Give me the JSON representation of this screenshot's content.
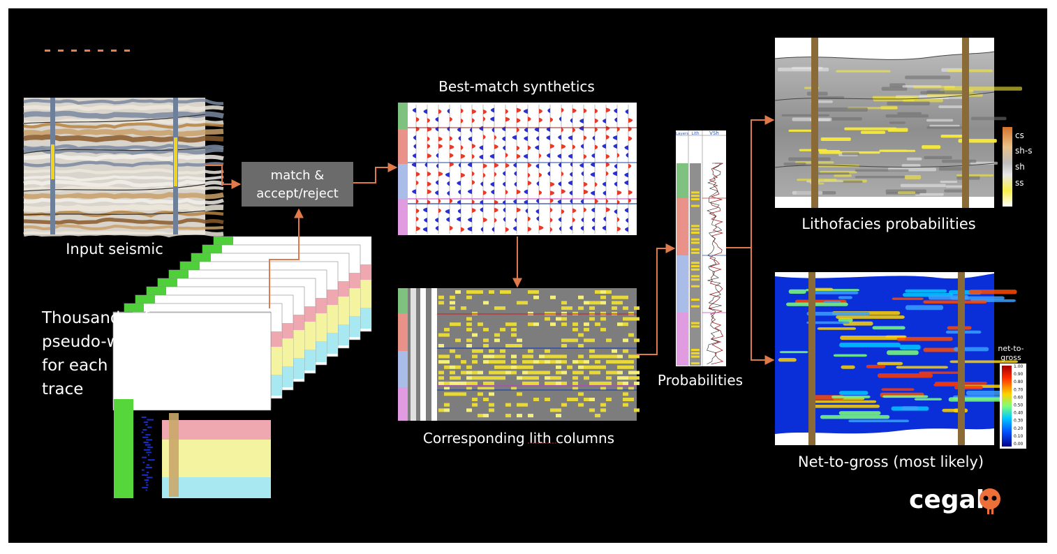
{
  "colors": {
    "arrow": "#e07a4a",
    "process_box": "#6b6b6b",
    "background": "#000000",
    "accent_dashes": "#ed7d4f"
  },
  "labels": {
    "input_seismic": "Input seismic",
    "pseudo_wells": [
      "Thousands of",
      "pseudo-wells",
      "for each",
      "trace"
    ],
    "process_box": [
      "match &",
      "accept/reject"
    ],
    "best_match": "Best-match synthetics",
    "lith_columns": "Corresponding lith columns",
    "probabilities": "Probabilities",
    "lithofacies": "Lithofacies probabilities",
    "net_to_gross": "Net-to-gross (most likely)"
  },
  "log_headers": [
    "Layers",
    "Lith",
    "VSh"
  ],
  "facies_legend": [
    "cs",
    "sh-s",
    "sh",
    "ss"
  ],
  "ntg_legend": {
    "title": [
      "net-to-",
      "gross"
    ],
    "ticks": [
      "1.00",
      "0.90",
      "0.80",
      "0.70",
      "0.60",
      "0.50",
      "0.40",
      "0.30",
      "0.20",
      "0.10",
      "0.00"
    ]
  },
  "logo": "cegal"
}
